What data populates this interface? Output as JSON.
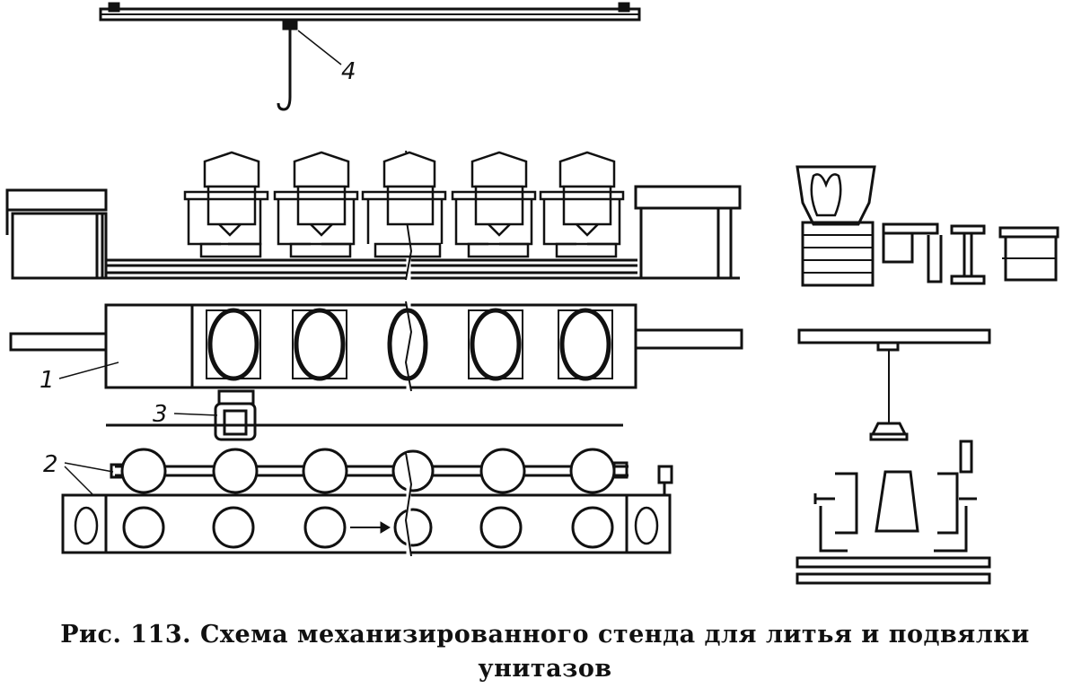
{
  "labels": {
    "l1": "1",
    "l2": "2",
    "l3": "3",
    "l4": "4"
  },
  "caption": {
    "line1": "Рис. 113. Схема механизированного стенда  для  литья и подвялки",
    "line2": "унитазов"
  },
  "colors": {
    "ink": "#111111",
    "paper": "#ffffff"
  }
}
